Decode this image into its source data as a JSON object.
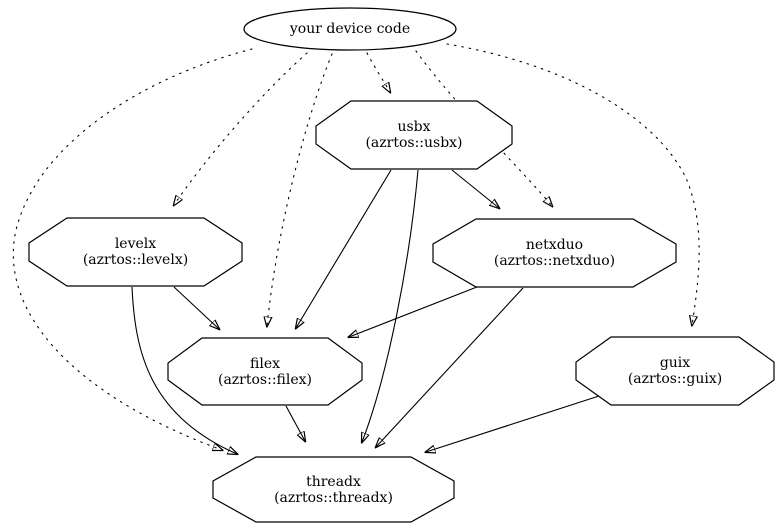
{
  "diagram": {
    "kind": "dependency-graph",
    "colors": {
      "background": "#ffffff",
      "stroke": "#000000",
      "node_fill": "#ffffff",
      "text": "#000000"
    },
    "nodes": {
      "device": {
        "label": "your device code",
        "shape": "ellipse"
      },
      "usbx": {
        "label": "usbx",
        "sublabel": "(azrtos::usbx)",
        "shape": "octagon"
      },
      "levelx": {
        "label": "levelx",
        "sublabel": "(azrtos::levelx)",
        "shape": "octagon"
      },
      "netxduo": {
        "label": "netxduo",
        "sublabel": "(azrtos::netxduo)",
        "shape": "octagon"
      },
      "filex": {
        "label": "filex",
        "sublabel": "(azrtos::filex)",
        "shape": "octagon"
      },
      "guix": {
        "label": "guix",
        "sublabel": "(azrtos::guix)",
        "shape": "octagon"
      },
      "threadx": {
        "label": "threadx",
        "sublabel": "(azrtos::threadx)",
        "shape": "octagon"
      }
    },
    "edges": [
      {
        "from": "your device code",
        "to": "usbx",
        "style": "dotted"
      },
      {
        "from": "your device code",
        "to": "levelx",
        "style": "dotted"
      },
      {
        "from": "your device code",
        "to": "filex",
        "style": "dotted"
      },
      {
        "from": "your device code",
        "to": "netxduo",
        "style": "dotted"
      },
      {
        "from": "your device code",
        "to": "guix",
        "style": "dotted"
      },
      {
        "from": "your device code",
        "to": "threadx",
        "style": "dotted"
      },
      {
        "from": "usbx",
        "to": "netxduo",
        "style": "solid"
      },
      {
        "from": "usbx",
        "to": "filex",
        "style": "solid"
      },
      {
        "from": "usbx",
        "to": "threadx",
        "style": "solid"
      },
      {
        "from": "levelx",
        "to": "filex",
        "style": "solid"
      },
      {
        "from": "levelx",
        "to": "threadx",
        "style": "solid"
      },
      {
        "from": "netxduo",
        "to": "filex",
        "style": "solid"
      },
      {
        "from": "netxduo",
        "to": "threadx",
        "style": "solid"
      },
      {
        "from": "filex",
        "to": "threadx",
        "style": "solid"
      },
      {
        "from": "guix",
        "to": "threadx",
        "style": "solid"
      }
    ]
  }
}
